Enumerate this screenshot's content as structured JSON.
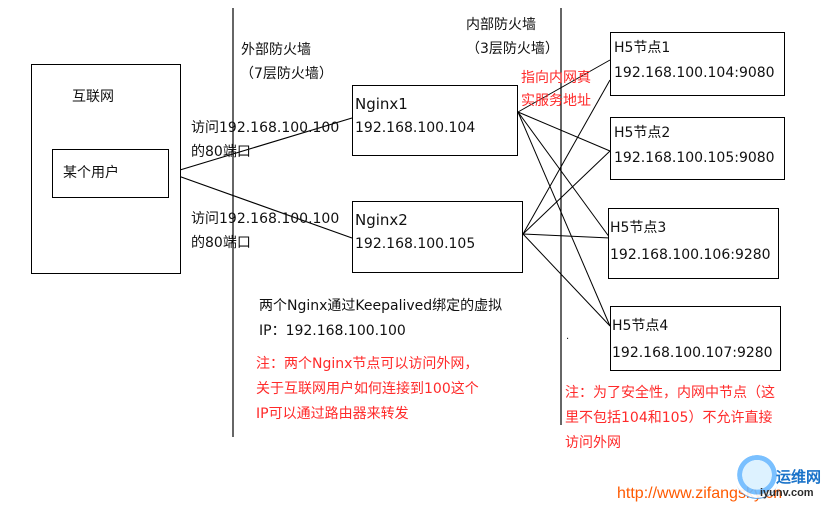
{
  "labels": {
    "internet": "互联网",
    "user": "某个用户",
    "access1_line1": "访问192.168.100.100",
    "access1_line2": "的80端口",
    "access2_line1": "访问192.168.100.100",
    "access2_line2": "的80端口",
    "ext_fw_line1": "外部防火墙",
    "ext_fw_line2": "（7层防火墙）",
    "int_fw_line1": "内部防火墙",
    "int_fw_line2": "（3层防火墙）",
    "nginx1_name": "Nginx1",
    "nginx1_ip": "192.168.100.104",
    "nginx2_name": "Nginx2",
    "nginx2_ip": "192.168.100.105",
    "vip_line1": "两个Nginx通过Keepalived绑定的虚拟",
    "vip_line2": "IP：192.168.100.100",
    "note_left_line1": "注：两个Nginx节点可以访问外网，",
    "note_left_line2": "关于互联网用户如何连接到100这个",
    "note_left_line3": "IP可以通过路由器来转发",
    "pointer_line1": "指向内网真",
    "pointer_line2": "实服务地址",
    "h5_1_name": "H5节点1",
    "h5_1_ip": "192.168.100.104:9080",
    "h5_2_name": "H5节点2",
    "h5_2_ip": "192.168.100.105:9080",
    "h5_3_name": "H5节点3",
    "h5_3_ip": "192.168.100.106:9280",
    "h5_4_name": "H5节点4",
    "h5_4_ip": "192.168.100.107:9280",
    "note_right_line1": "注：为了安全性，内网中节点（这",
    "note_right_line2": "里不包括104和105）不允许直接",
    "note_right_line3": "访问外网",
    "watermark_url": "http://www.zifangsky.cn",
    "watermark_site": "运维网",
    "watermark_sub": "iyunv.com"
  },
  "colors": {
    "line": "#000000",
    "note": "#ff2a2a",
    "watermark": "#ff5a00"
  }
}
